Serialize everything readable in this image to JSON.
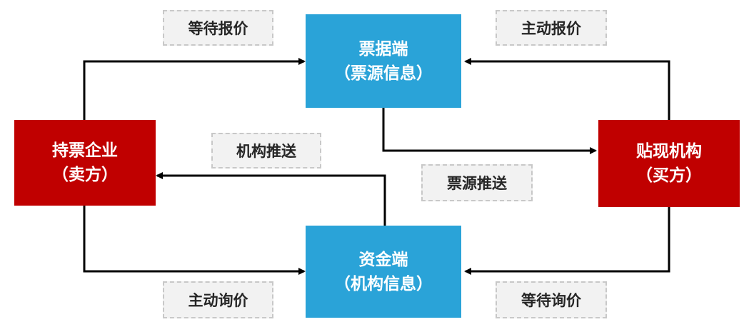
{
  "nodes": {
    "bill_end": {
      "line1": "票据端",
      "line2": "（票源信息）"
    },
    "fund_end": {
      "line1": "资金端",
      "line2": "（机构信息）"
    },
    "holder": {
      "line1": "持票企业",
      "line2": "（卖方）"
    },
    "discounter": {
      "line1": "贴现机构",
      "line2": "（买方）"
    }
  },
  "labels": {
    "wait_quote": "等待报价",
    "active_quote": "主动报价",
    "institution_push": "机构推送",
    "bill_push": "票源推送",
    "active_inquiry": "主动询价",
    "wait_inquiry": "等待询价"
  },
  "colors": {
    "blue_box": "#2aa3d8",
    "red_box": "#c00000",
    "label_bg": "#f2f2f2",
    "arrow": "#000000"
  }
}
